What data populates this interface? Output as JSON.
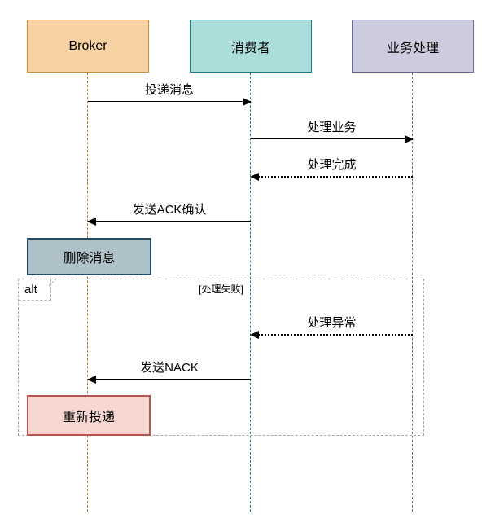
{
  "diagram": {
    "type": "uml-sequence",
    "participants": [
      {
        "label": "Broker",
        "fill": "#F8D2A3",
        "border": "#CE8B2D",
        "lifeline_color": "#BF7327"
      },
      {
        "label": "消费者",
        "fill": "#ABDEDB",
        "border": "#11828C",
        "lifeline_color": "#11828C"
      },
      {
        "label": "业务处理",
        "fill": "#CCCCDE",
        "border": "#68689A",
        "lifeline_color": "#68688A"
      }
    ],
    "messages": [
      {
        "label": "投递消息",
        "from": "Broker",
        "to": "消费者",
        "line_style": "solid",
        "direction": "right"
      },
      {
        "label": "处理业务",
        "from": "消费者",
        "to": "业务处理",
        "line_style": "solid",
        "direction": "right"
      },
      {
        "label": "处理完成",
        "from": "业务处理",
        "to": "消费者",
        "line_style": "dotted",
        "direction": "left"
      },
      {
        "label": "发送ACK确认",
        "from": "消费者",
        "to": "Broker",
        "line_style": "solid",
        "direction": "left"
      },
      {
        "label": "处理异常",
        "from": "业务处理",
        "to": "消费者",
        "line_style": "dotted",
        "direction": "left"
      },
      {
        "label": "发送NACK",
        "from": "消费者",
        "to": "Broker",
        "line_style": "solid",
        "direction": "left"
      }
    ],
    "actions": [
      {
        "label": "删除消息",
        "fill": "#AEC0C8",
        "border": "#274B62"
      },
      {
        "label": "重新投递",
        "fill": "#F8D7D3",
        "border": "#B85450"
      }
    ],
    "fragment": {
      "operator": "alt",
      "condition": "[处理失败]",
      "border_color": "#AAAAAA"
    },
    "line_color": "#000000",
    "background": "#FFFFFF"
  }
}
